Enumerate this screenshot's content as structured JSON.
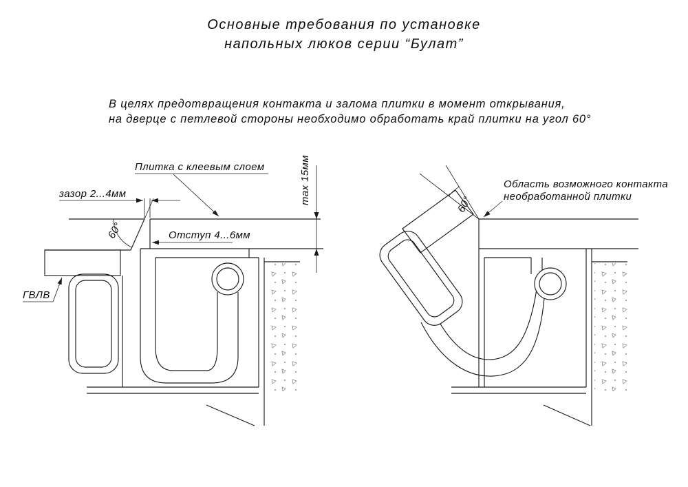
{
  "page": {
    "title_line1": "Основные требования по установке",
    "title_line2": "напольных люков серии “Булат”"
  },
  "note": {
    "line1": "В целях предотвращения контакта и залома плитки в момент открывания,",
    "line2": "на дверце с петлевой стороны необходимо обработать край плитки на угол 60°"
  },
  "left": {
    "tile_glue_label": "Плитка с клеевым слоем",
    "gap_label": "зазор 2...4мм",
    "angle_label": "60°",
    "offset_label": "Отступ 4...6мм",
    "max_label": "max 15мм",
    "gvl_label": "ГВЛВ"
  },
  "right": {
    "contact_label_line1": "Область возможного контакта",
    "contact_label_line2": "необработанной плитки",
    "angle_label": "60°"
  },
  "colors": {
    "line": "#1b1b1b",
    "concrete_speckle": "#8a8a8a",
    "background": "#ffffff"
  }
}
